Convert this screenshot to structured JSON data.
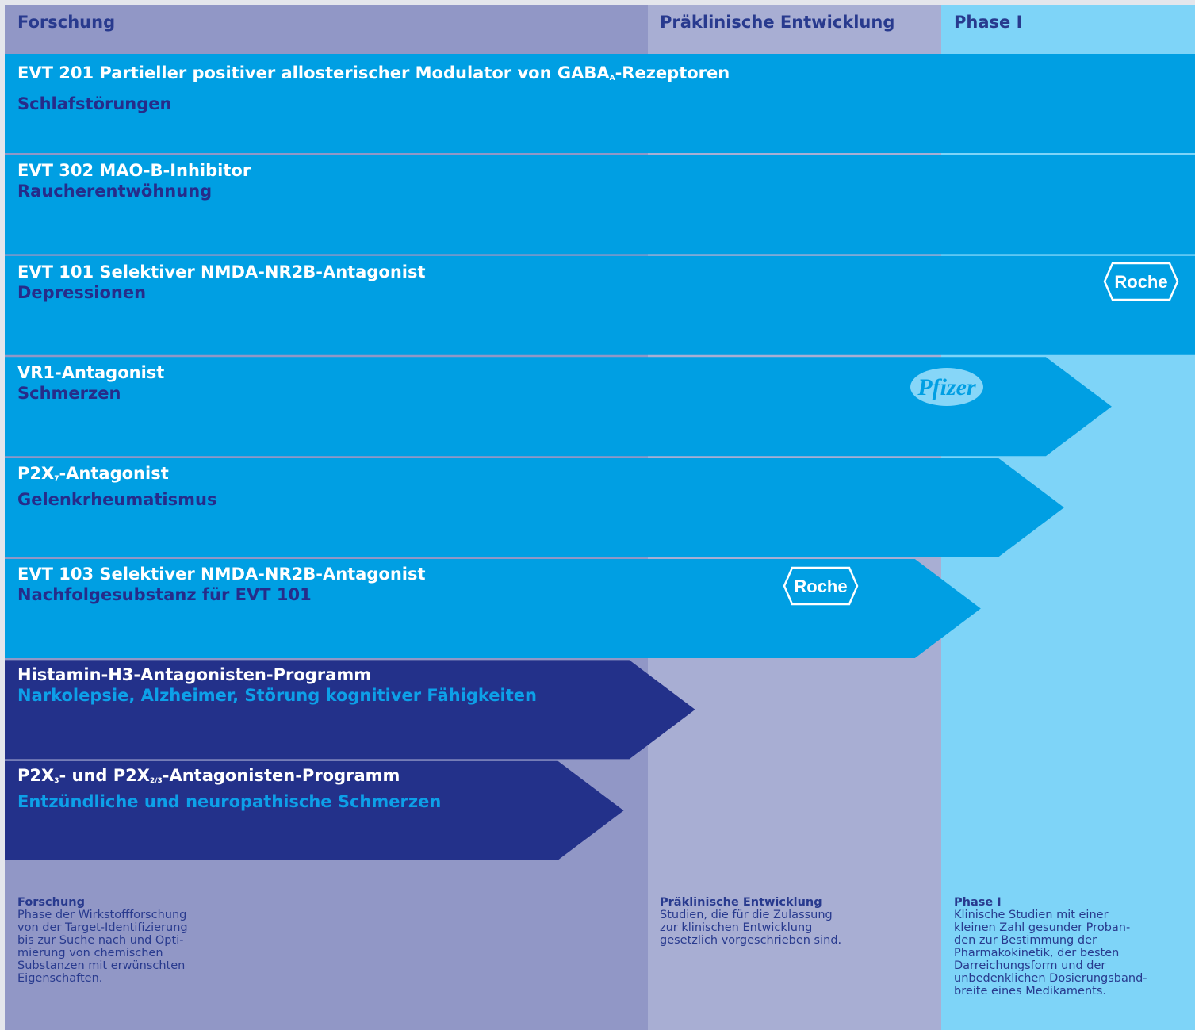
{
  "columns": [
    {
      "label": "Forschung"
    },
    {
      "label": "Präklinische Entwicklung"
    },
    {
      "label": "Phase I"
    }
  ],
  "rows": [
    {
      "title_pre": "EVT 201 Partieller positiver allosterischer Modulator von GABA",
      "title_sub": "A",
      "title_post": "-Rezeptoren",
      "subtitle": "Schlafstörungen",
      "progress": 1.0,
      "color": "#009fe3",
      "logo": ""
    },
    {
      "title_pre": "EVT 302 MAO-B-Inhibitor",
      "title_sub": "",
      "title_post": "",
      "subtitle": "Raucherentwöhnung",
      "progress": 1.0,
      "color": "#009fe3",
      "logo": ""
    },
    {
      "title_pre": "EVT 101 Selektiver NMDA-NR2B-Antagonist",
      "title_sub": "",
      "title_post": "",
      "subtitle": "Depressionen",
      "progress": 1.0,
      "color": "#009fe3",
      "logo": "Roche"
    },
    {
      "title_pre": "VR1-Antagonist",
      "title_sub": "",
      "title_post": "",
      "subtitle": "Schmerzen",
      "progress": 0.93,
      "color": "#009fe3",
      "logo": "Pfizer"
    },
    {
      "title_pre": "P2X",
      "title_sub": "7",
      "title_post": "-Antagonist",
      "subtitle": "Gelenkrheumatismus",
      "progress": 0.89,
      "color": "#009fe3",
      "logo": ""
    },
    {
      "title_pre": "EVT 103 Selektiver NMDA-NR2B-Antagonist",
      "title_sub": "",
      "title_post": "",
      "subtitle": "Nachfolgesubstanz für EVT 101",
      "progress": 0.82,
      "color": "#009fe3",
      "logo": "Roche"
    },
    {
      "title_pre": "Histamin-H3-Antagonisten-Programm",
      "title_sub": "",
      "title_post": "",
      "subtitle": "Narkolepsie, Alzheimer, Störung kognitiver Fähigkeiten",
      "progress": 0.58,
      "color": "#23318a",
      "logo": ""
    },
    {
      "title_pre": "P2X",
      "title_sub": "3",
      "title_post": "- und P2X",
      "title_sub2": "2/3",
      "title_post2": "-Antagonisten-Programm",
      "subtitle": "Entzündliche und neuropathische Schmerzen",
      "progress": 0.52,
      "color": "#23318a",
      "logo": ""
    }
  ],
  "footnotes": [
    {
      "heading": "Forschung",
      "body": "Phase der Wirkstoffforschung\nvon der Target-Identifizierung\nbis zur Suche nach und Opti-\nmierung von chemischen\nSubstanzen mit erwünschten\nEigenschaften."
    },
    {
      "heading": "Präklinische Entwicklung",
      "body": "Studien, die für die Zulassung\nzur klinischen Entwicklung\ngesetzlich vorgeschrieben sind."
    },
    {
      "heading": "Phase I",
      "body": "Klinische Studien mit einer\nkleinen Zahl gesunder Proban-\nden zur Bestimmung der\nPharmakokinetik, der besten\nDarreichungsform und der\nunbedenklichen Dosierungsband-\nbreite eines Medikaments."
    }
  ],
  "logos": {
    "roche": "Roche",
    "pfizer": "Pfizer"
  }
}
